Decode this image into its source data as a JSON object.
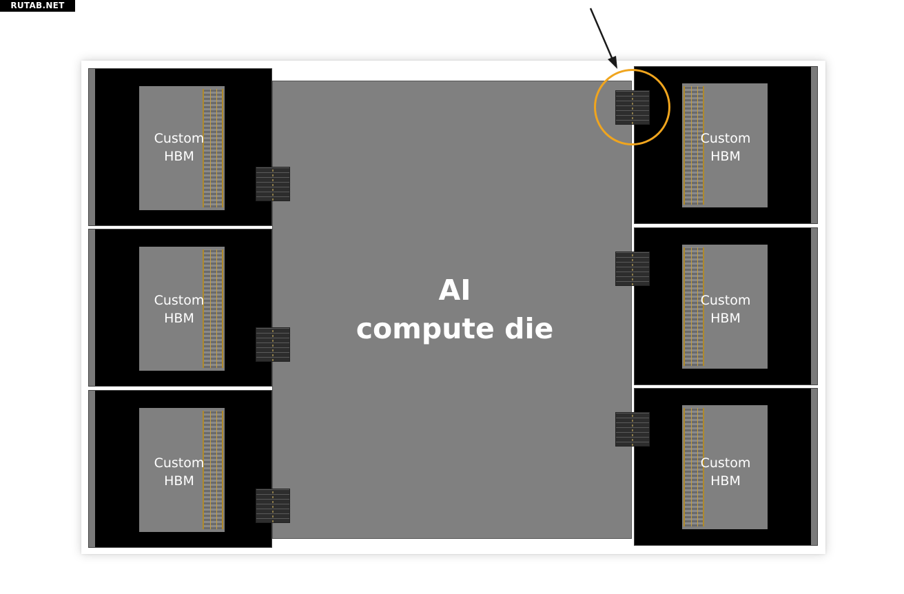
{
  "watermark": "RUTAB.NET",
  "die": {
    "line1": "AI",
    "line2": "compute die"
  },
  "hbm_stacks": [
    {
      "line1": "Custom",
      "line2": "HBM"
    },
    {
      "line1": "Custom",
      "line2": "HBM"
    },
    {
      "line1": "Custom",
      "line2": "HBM"
    },
    {
      "line1": "Custom",
      "line2": "HBM"
    },
    {
      "line1": "Custom",
      "line2": "HBM"
    },
    {
      "line1": "Custom",
      "line2": "HBM"
    }
  ],
  "colors": {
    "die": "#808080",
    "hbm_frame": "#000000",
    "highlight": "#f0a51e",
    "label_text": "#ffffff"
  }
}
